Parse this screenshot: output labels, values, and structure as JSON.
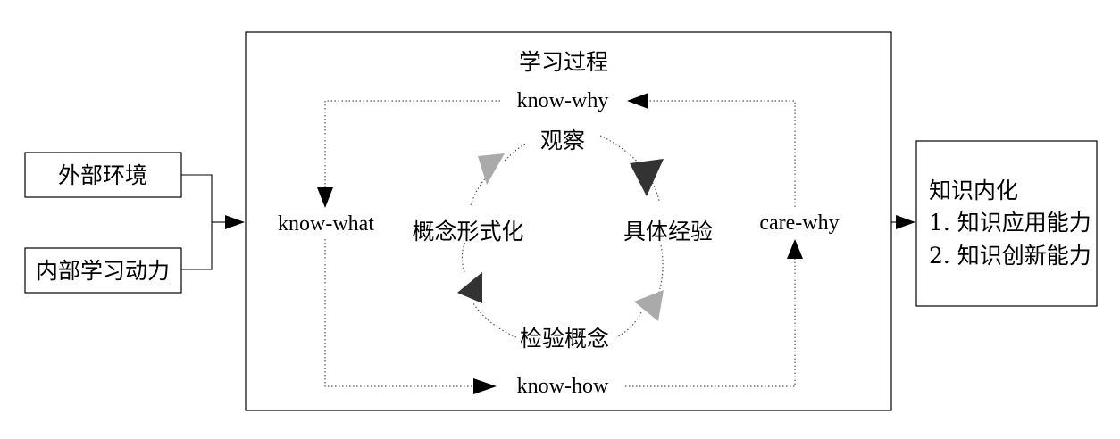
{
  "inputs": {
    "external": "外部环境",
    "internal": "内部学习动力"
  },
  "process": {
    "title": "学习过程",
    "know_why": "know-why",
    "know_what": "know-what",
    "know_how": "know-how",
    "care_why": "care-why",
    "cycle": {
      "observe": "观察",
      "concrete_experience": "具体经验",
      "test_concept": "检验概念",
      "conceptualize": "概念形式化"
    }
  },
  "output": {
    "title": "知识内化",
    "item1": "1. 知识应用能力",
    "item2": "2. 知识创新能力"
  },
  "colors": {
    "dark_arrow": "#333333",
    "light_arrow": "#aaaaaa"
  }
}
